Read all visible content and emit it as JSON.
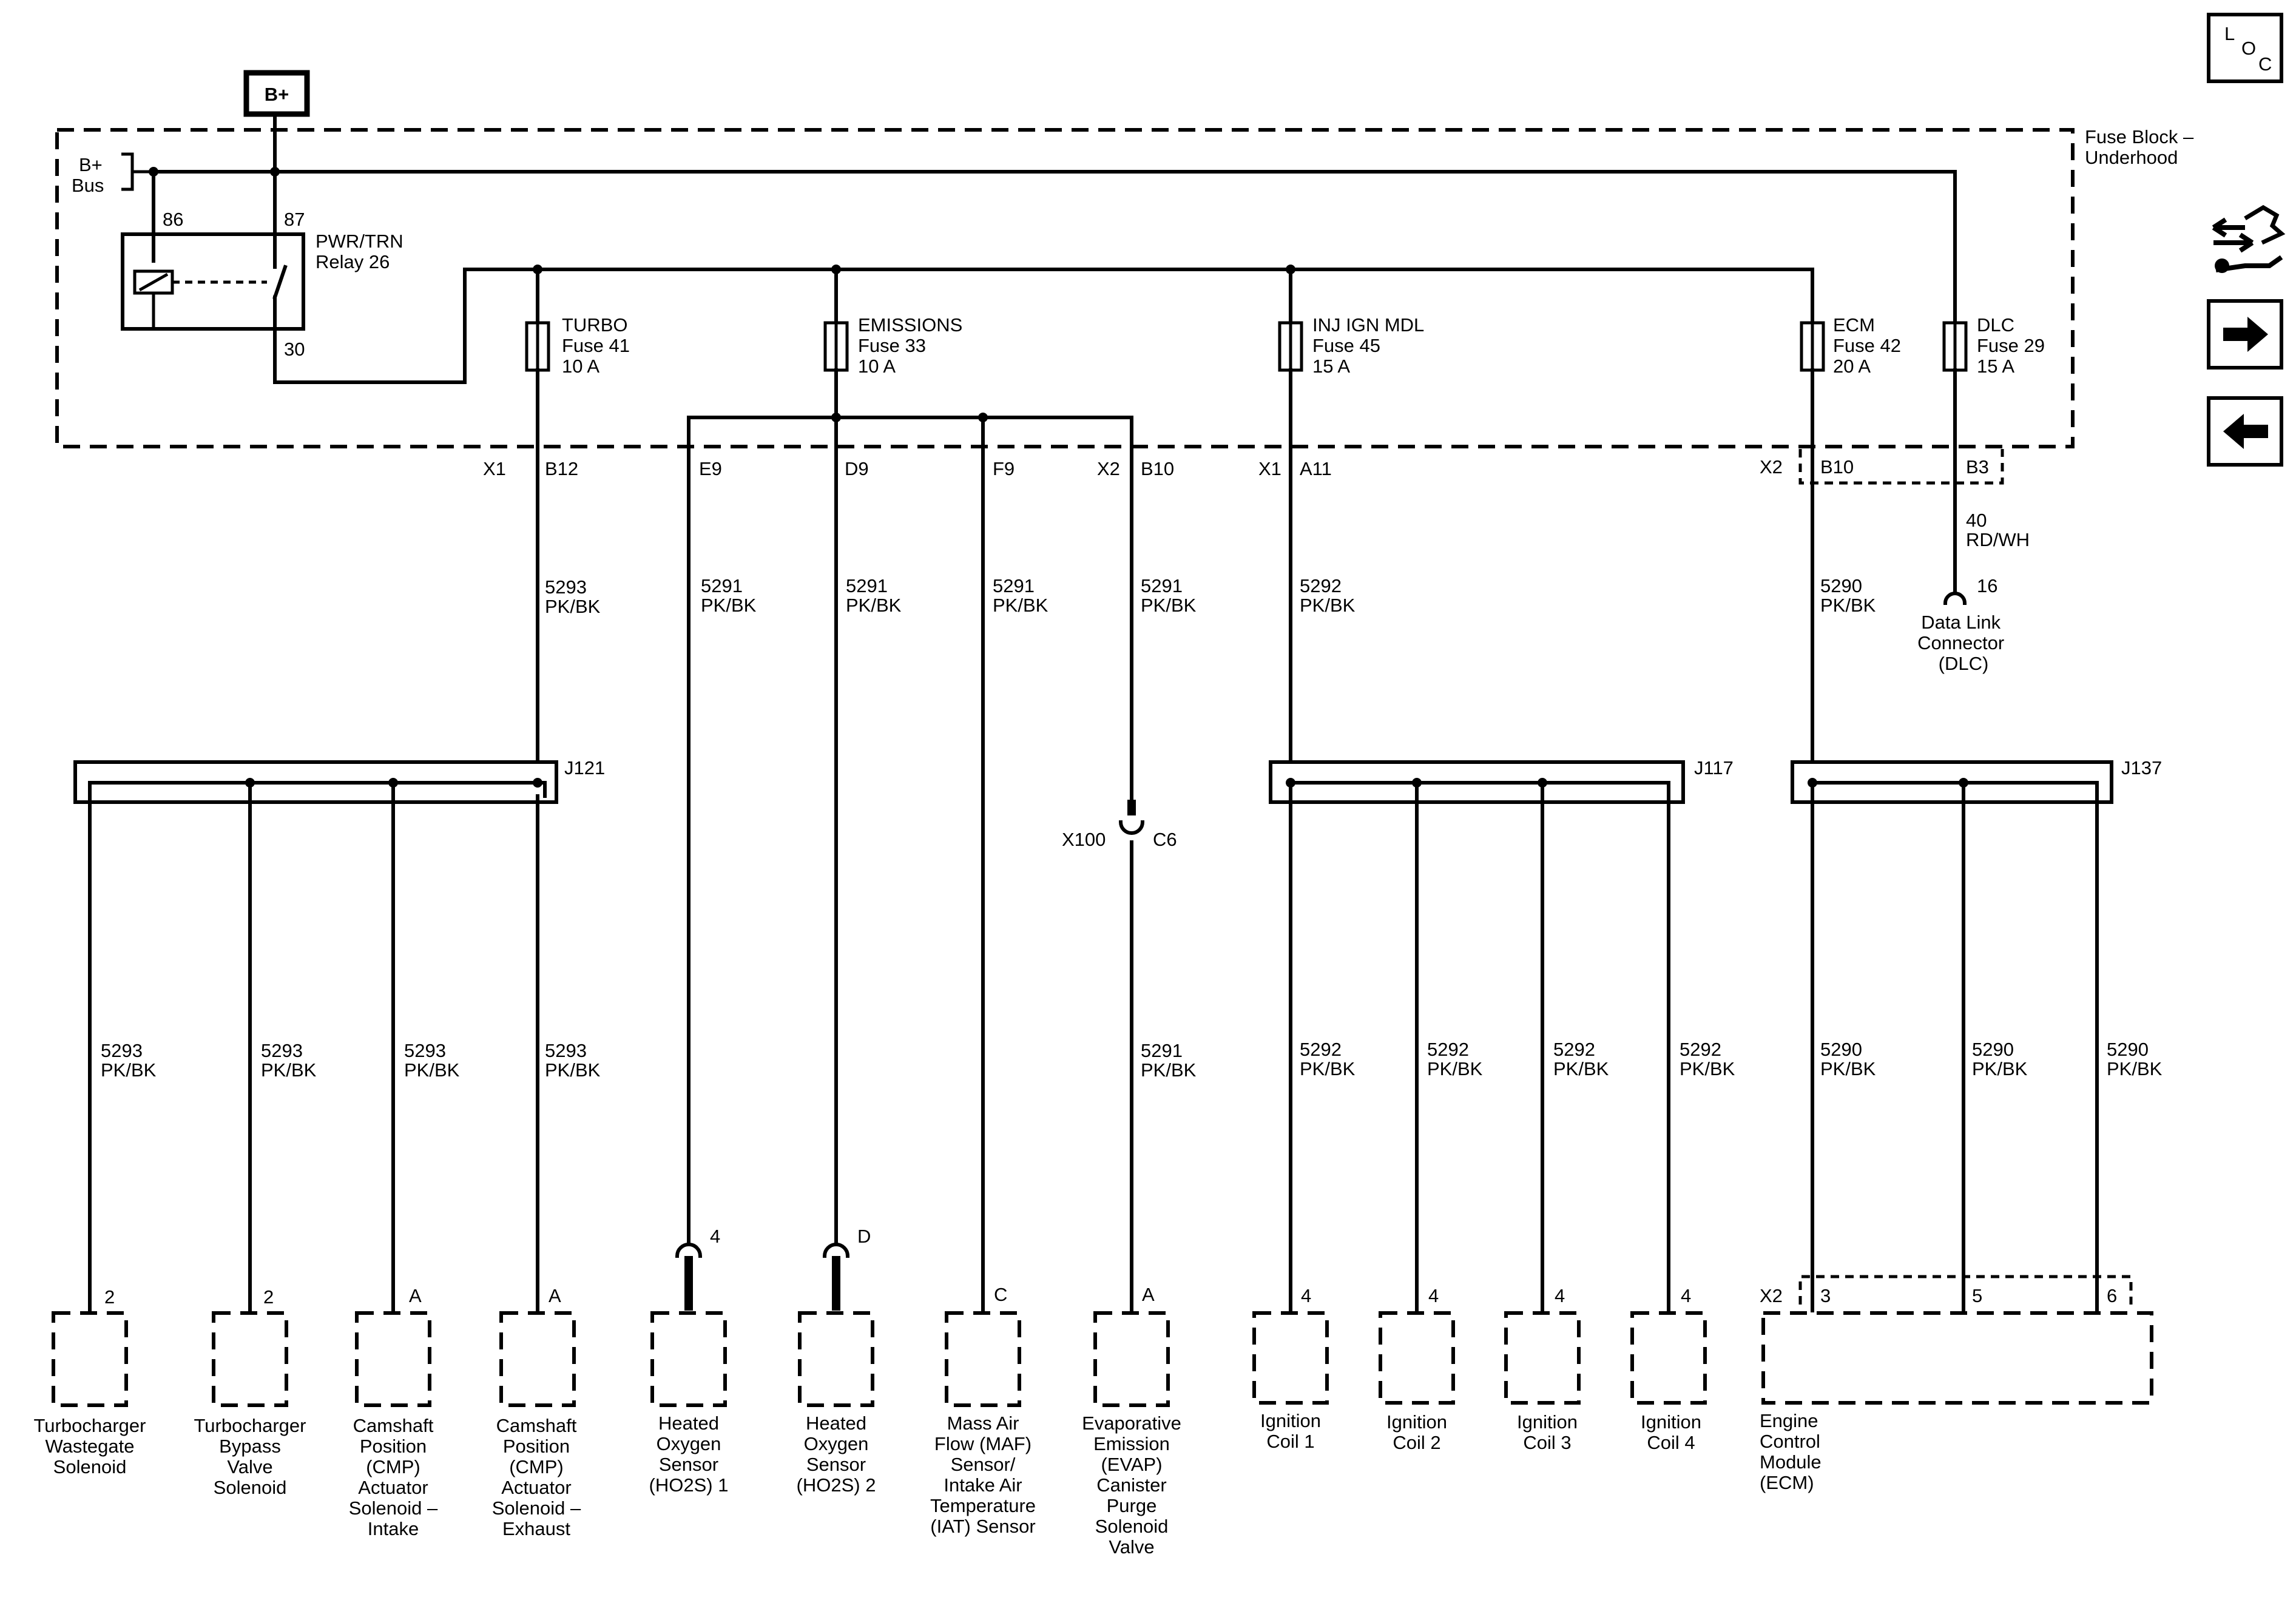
{
  "b_plus": "B+",
  "b_bus": [
    "B+",
    "Bus"
  ],
  "fuse_block_label": [
    "Fuse Block –",
    "Underhood"
  ],
  "relay": {
    "pin86": "86",
    "pin87": "87",
    "pin30": "30",
    "name": [
      "PWR/TRN",
      "Relay 26"
    ]
  },
  "fuses": [
    {
      "name": [
        "TURBO",
        "Fuse 41",
        "10 A"
      ]
    },
    {
      "name": [
        "EMISSIONS",
        "Fuse 33",
        "10 A"
      ]
    },
    {
      "name": [
        "INJ IGN MDL",
        "Fuse 45",
        "15 A"
      ]
    },
    {
      "name": [
        "ECM",
        "Fuse 42",
        "20 A"
      ]
    },
    {
      "name": [
        "DLC",
        "Fuse 29",
        "15 A"
      ]
    }
  ],
  "connector_labels": [
    "X1",
    "B12",
    "E9",
    "D9",
    "F9",
    "X2",
    "B10",
    "X1",
    "A11",
    "X2",
    "B10",
    "B3"
  ],
  "dlc_wire": [
    "40",
    "RD/WH"
  ],
  "dlc": {
    "pin": "16",
    "name": [
      "Data Link",
      "Connector",
      "(DLC)"
    ]
  },
  "upper_wires": [
    [
      "5293",
      "PK/BK"
    ],
    [
      "5291",
      "PK/BK"
    ],
    [
      "5291",
      "PK/BK"
    ],
    [
      "5291",
      "PK/BK"
    ],
    [
      "5291",
      "PK/BK"
    ],
    [
      "5292",
      "PK/BK"
    ],
    [
      "5290",
      "PK/BK"
    ]
  ],
  "splices": [
    "J121",
    "J117",
    "J137"
  ],
  "inline_connector": [
    "X100",
    "C6"
  ],
  "lower_wires": [
    [
      "5293",
      "PK/BK"
    ],
    [
      "5293",
      "PK/BK"
    ],
    [
      "5293",
      "PK/BK"
    ],
    [
      "5293",
      "PK/BK"
    ],
    [
      "5291",
      "PK/BK"
    ],
    [
      "5292",
      "PK/BK"
    ],
    [
      "5292",
      "PK/BK"
    ],
    [
      "5292",
      "PK/BK"
    ],
    [
      "5292",
      "PK/BK"
    ],
    [
      "5290",
      "PK/BK"
    ],
    [
      "5290",
      "PK/BK"
    ],
    [
      "5290",
      "PK/BK"
    ]
  ],
  "sensor_connector_pins": [
    "4",
    "D"
  ],
  "components": [
    {
      "pin": "2",
      "name": [
        "Turbocharger",
        "Wastegate",
        "Solenoid"
      ]
    },
    {
      "pin": "2",
      "name": [
        "Turbocharger",
        "Bypass",
        "Valve",
        "Solenoid"
      ]
    },
    {
      "pin": "A",
      "name": [
        "Camshaft",
        "Position",
        "(CMP)",
        "Actuator",
        "Solenoid –",
        "Intake"
      ]
    },
    {
      "pin": "A",
      "name": [
        "Camshaft",
        "Position",
        "(CMP)",
        "Actuator",
        "Solenoid –",
        "Exhaust"
      ]
    },
    {
      "pin": "",
      "name": [
        "Heated",
        "Oxygen",
        "Sensor",
        "(HO2S) 1"
      ]
    },
    {
      "pin": "",
      "name": [
        "Heated",
        "Oxygen",
        "Sensor",
        "(HO2S) 2"
      ]
    },
    {
      "pin": "C",
      "name": [
        "Mass Air",
        "Flow (MAF)",
        "Sensor/",
        "Intake Air",
        "Temperature",
        "(IAT) Sensor"
      ]
    },
    {
      "pin": "A",
      "name": [
        "Evaporative",
        "Emission",
        "(EVAP)",
        "Canister",
        "Purge",
        "Solenoid",
        "Valve"
      ]
    },
    {
      "pin": "4",
      "name": [
        "Ignition",
        "Coil 1"
      ]
    },
    {
      "pin": "4",
      "name": [
        "Ignition",
        "Coil 2"
      ]
    },
    {
      "pin": "4",
      "name": [
        "Ignition",
        "Coil 3"
      ]
    },
    {
      "pin": "4",
      "name": [
        "Ignition",
        "Coil 4"
      ]
    }
  ],
  "ecm": {
    "conn": "X2",
    "pins": [
      "3",
      "5",
      "6"
    ],
    "name": [
      "Engine",
      "Control",
      "Module",
      "(ECM)"
    ]
  },
  "nav": {
    "loc": [
      "L",
      "O",
      "C"
    ]
  }
}
